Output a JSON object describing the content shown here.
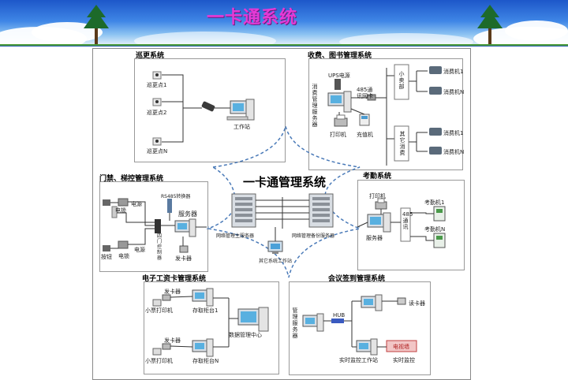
{
  "header": {
    "title": "一卡通系统"
  },
  "center": {
    "title": "一卡通管理系统",
    "main_server": "网络管理主服务器",
    "backup_server": "网络管理备份服务器",
    "other_ws": "其它系统工作站"
  },
  "patrol": {
    "title": "巡更系统",
    "points": [
      "巡更点1",
      "巡更点2",
      "巡更点N"
    ],
    "workstation": "工作站"
  },
  "charge": {
    "title": "收费、图书管理系统",
    "ups": "UPS电源",
    "card485": "485通讯网卡",
    "server": "消费管理服务器",
    "printer": "打印机",
    "recharge": "充值机",
    "shop": "小卖部",
    "other": "其它消费",
    "consumers_top": [
      "消费机1",
      "消费机N"
    ],
    "consumers_bottom": [
      "消费机1",
      "消费机N"
    ]
  },
  "access": {
    "title": "门禁、梯控管理系统",
    "lock": "电锁",
    "power": "电源",
    "button": "按钮",
    "rs485": "RS485转换器",
    "controller": "四门控制器",
    "server": "服务器",
    "issuer": "发卡器"
  },
  "attendance": {
    "title": "考勤系统",
    "printer": "打印机",
    "server": "服务器",
    "comm": "485通讯",
    "machines": [
      "考勤机1",
      "考勤机N"
    ]
  },
  "payroll": {
    "title": "电子工资卡管理系统",
    "issuer": "发卡器",
    "ticket_printer": "小票打印机",
    "counters": [
      "存取柜台1",
      "存取柜台N"
    ],
    "data_center": "数据管理中心"
  },
  "meeting": {
    "title": "会议签到管理系统",
    "server": "管理服务器",
    "hub": "HUB",
    "reader": "读卡器",
    "tv_wall": "电视墙",
    "monitor_ws": "实时监控工作站",
    "monitor": "实时监控"
  }
}
